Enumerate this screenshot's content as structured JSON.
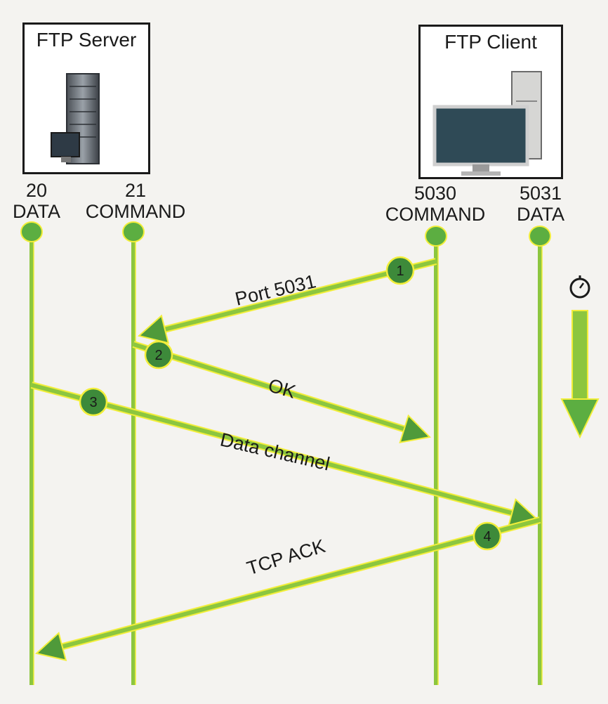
{
  "server": {
    "title": "FTP Server",
    "icon": "server-tower-icon"
  },
  "client": {
    "title": "FTP Client",
    "icon": "desktop-computer-icon"
  },
  "ports": {
    "server_data": {
      "number": "20",
      "label": "DATA"
    },
    "server_command": {
      "number": "21",
      "label": "COMMAND"
    },
    "client_command": {
      "number": "5030",
      "label": "COMMAND"
    },
    "client_data": {
      "number": "5031",
      "label": "DATA"
    }
  },
  "messages": [
    {
      "step": "1",
      "label": "Port 5031"
    },
    {
      "step": "2",
      "label": "OK"
    },
    {
      "step": "3",
      "label": "Data channel"
    },
    {
      "step": "4",
      "label": "TCP ACK"
    }
  ],
  "time_indicator": {
    "icon": "stopwatch-icon"
  },
  "colors": {
    "line": "#8cc63f",
    "line_highlight": "#f2ee3a",
    "arrow": "#4f9a3a",
    "step_circle": "#3d8a3a",
    "node": "#5cae41"
  }
}
